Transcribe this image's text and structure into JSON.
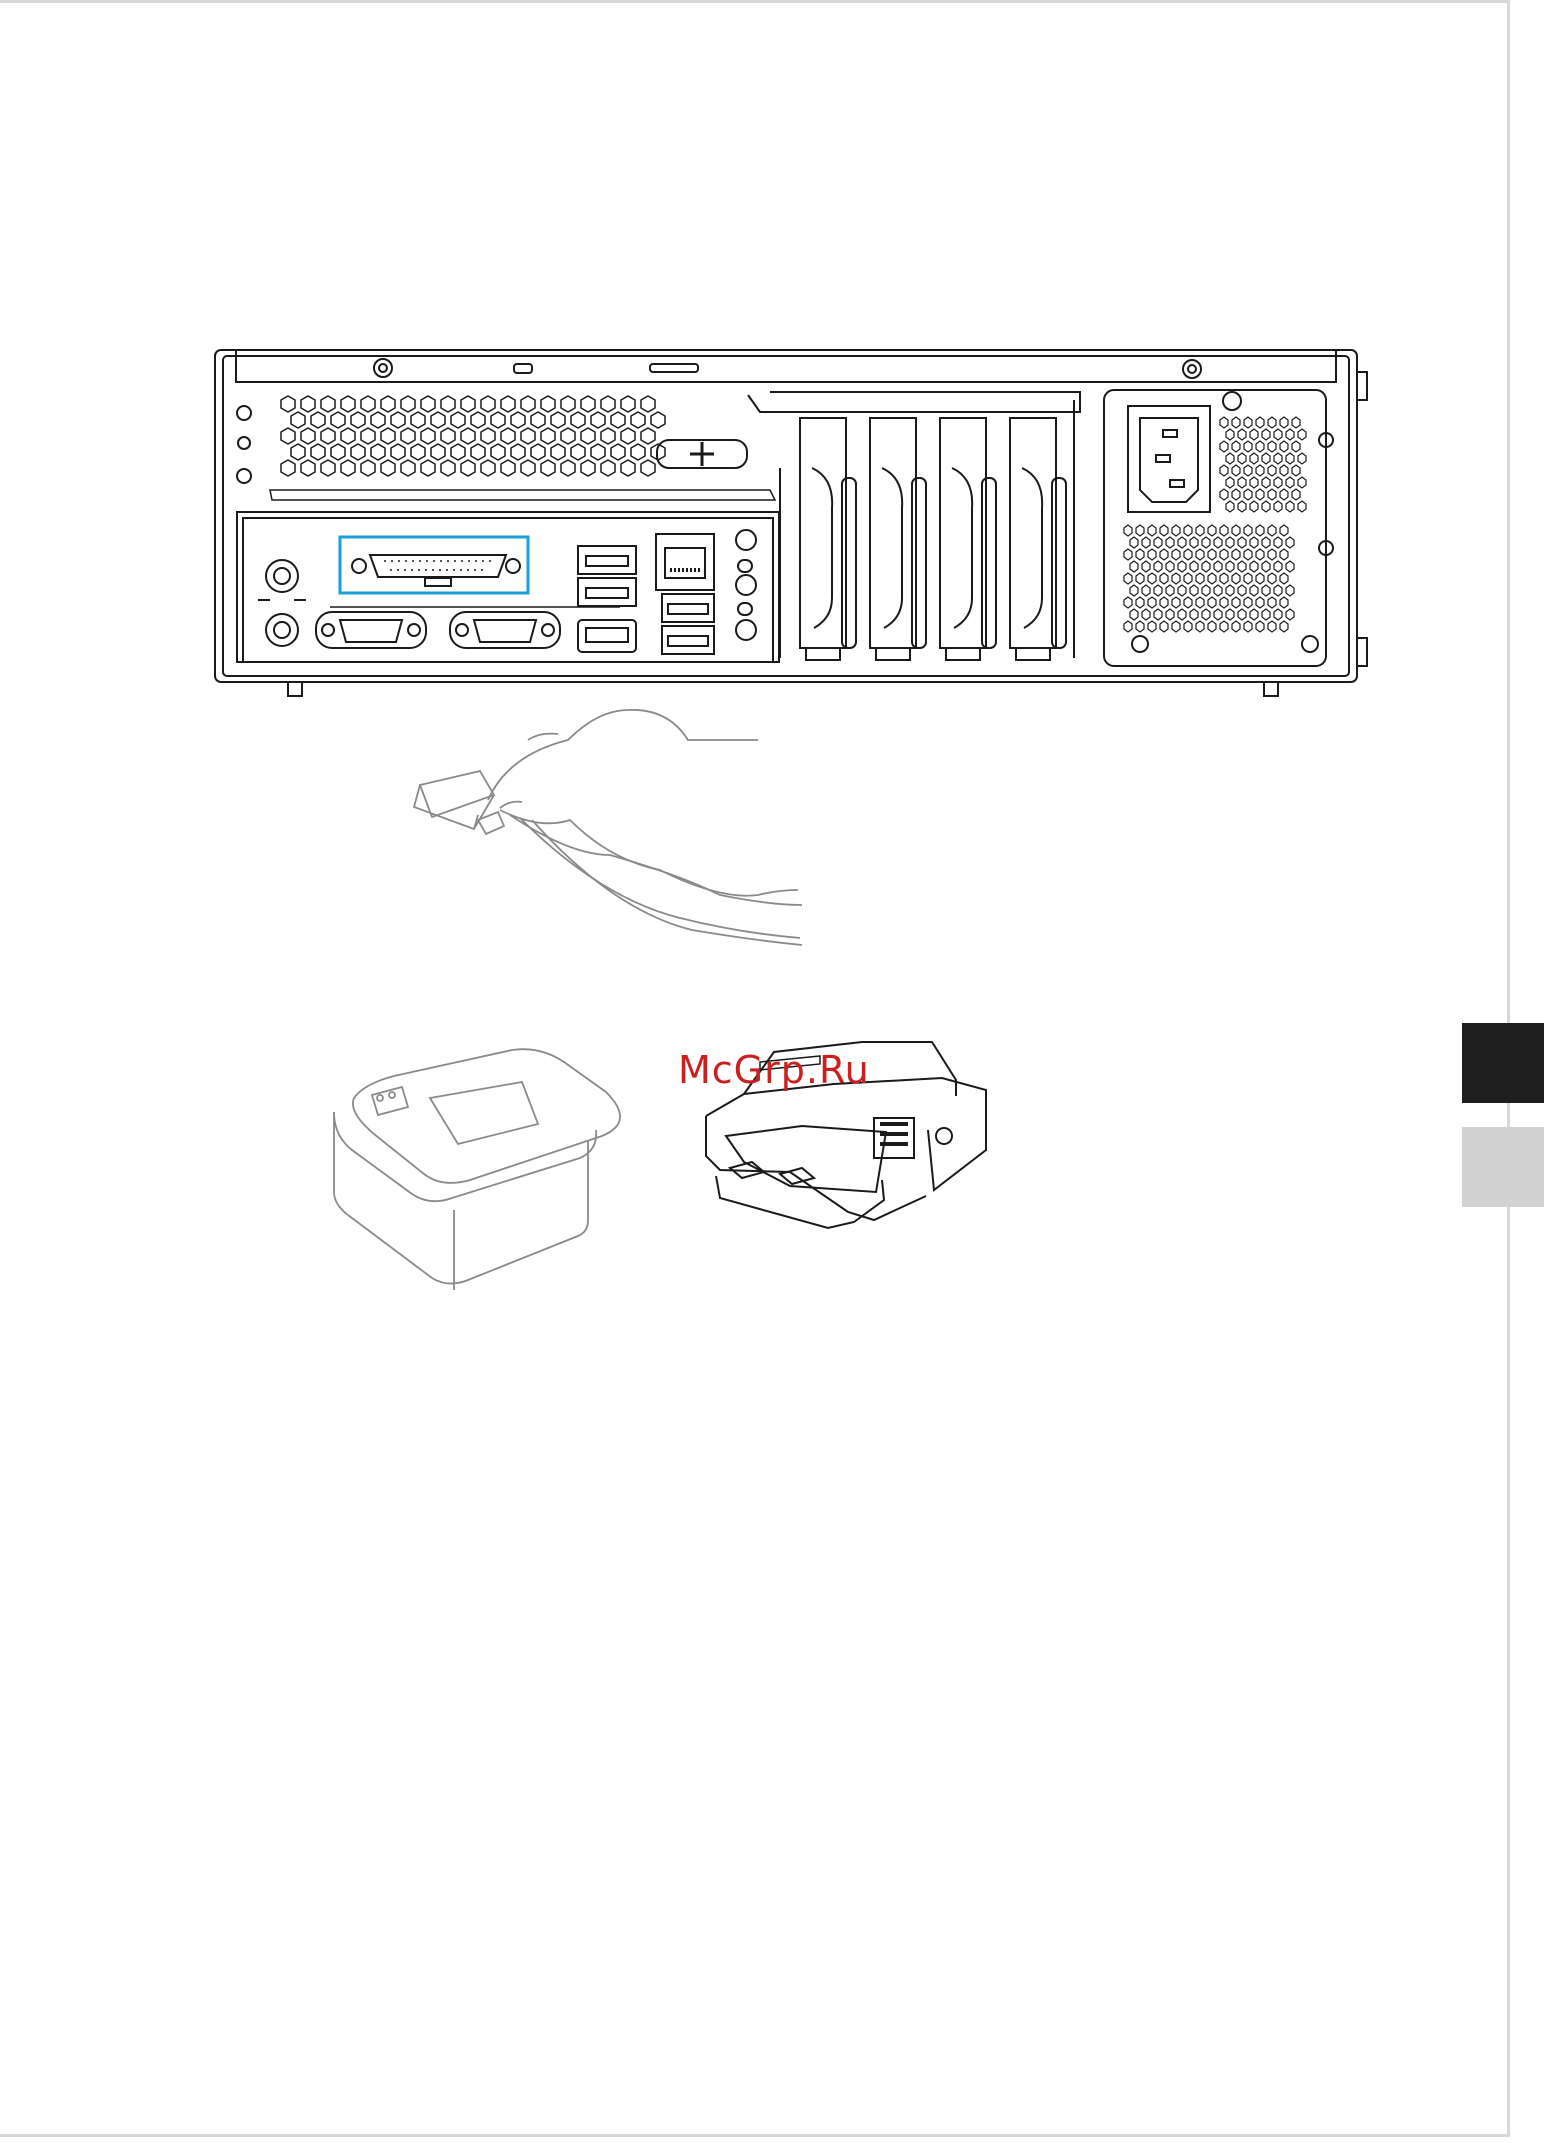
{
  "watermark": {
    "text": "McGrp.Ru",
    "color": "#cc2020"
  },
  "highlight_color": "#1aa0d8",
  "tabs": {
    "dark_color": "#1e1e1e",
    "light_color": "#d2d2d2"
  },
  "illustrations": [
    "pc-rear-panel",
    "hand-connecting-parallel-cable",
    "receipt-printer",
    "dot-matrix-printer"
  ]
}
